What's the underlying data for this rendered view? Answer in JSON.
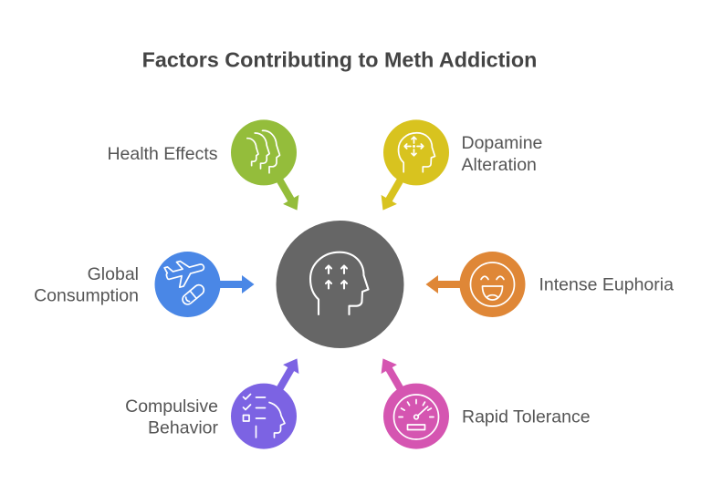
{
  "title": "Factors Contributing to Meth Addiction",
  "hub": {
    "icon": "head-with-up-arrows-icon",
    "color": "#666666"
  },
  "factors": {
    "health_effects": {
      "lines": [
        "Health Effects"
      ],
      "icon": "overlapping-head-profiles-icon",
      "color": "#94BD3B"
    },
    "dopamine_alteration": {
      "lines": [
        "Dopamine",
        "Alteration"
      ],
      "icon": "head-with-cross-arrows-icon",
      "color": "#D8C31F"
    },
    "global_consumption": {
      "lines": [
        "Global",
        "Consumption"
      ],
      "icon": "airplane-and-pill-icon",
      "color": "#4A87E6"
    },
    "intense_euphoria": {
      "lines": [
        "Intense Euphoria"
      ],
      "icon": "laughing-face-icon",
      "color": "#DF8737"
    },
    "compulsive_behavior": {
      "lines": [
        "Compulsive",
        "Behavior"
      ],
      "icon": "checklist-head-icon",
      "color": "#7C63E3"
    },
    "rapid_tolerance": {
      "lines": [
        "Rapid Tolerance"
      ],
      "icon": "speedometer-gauge-icon",
      "color": "#D555B1"
    }
  },
  "edges": [
    {
      "from": "health_effects",
      "to": "hub"
    },
    {
      "from": "dopamine_alteration",
      "to": "hub"
    },
    {
      "from": "global_consumption",
      "to": "hub"
    },
    {
      "from": "intense_euphoria",
      "to": "hub"
    },
    {
      "from": "compulsive_behavior",
      "to": "hub"
    },
    {
      "from": "rapid_tolerance",
      "to": "hub"
    }
  ]
}
